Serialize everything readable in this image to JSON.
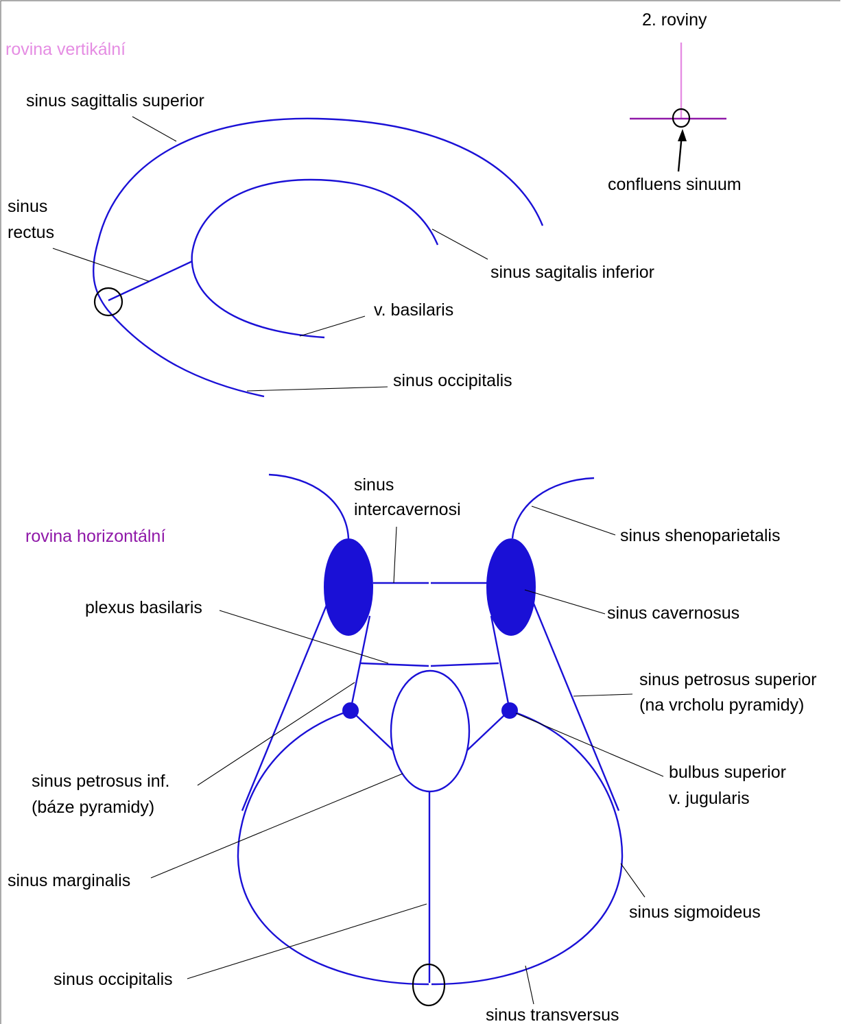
{
  "colors": {
    "vein": "#1a10d6",
    "plane_vertical": "#e58de3",
    "plane_horizontal": "#8f18a8",
    "leader": "#000000"
  },
  "planes": {
    "title": "2. roviny",
    "vertical": "rovina vertikální",
    "horizontal": "rovina horizontální",
    "confluens": "confluens sinuum"
  },
  "sagittal": {
    "sagittalis_superior": "sinus sagittalis superior",
    "rectus_line1": "sinus",
    "rectus_line2": "rectus",
    "sagitalis_inferior": "sinus sagitalis inferior",
    "basilaris": "v. basilaris",
    "occipitalis": "sinus occipitalis"
  },
  "horizontal": {
    "intercavernosi_line1": "sinus",
    "intercavernosi_line2": "intercavernosi",
    "sphenoparietalis": "sinus shenoparietalis",
    "plexus_basilaris": "plexus basilaris",
    "cavernosus": "sinus cavernosus",
    "petrosus_superior_line1": "sinus petrosus superior",
    "petrosus_superior_line2": "(na vrcholu pyramidy)",
    "petrosus_inferior_line1": "sinus petrosus inf.",
    "petrosus_inferior_line2": "(báze pyramidy)",
    "bulbus_line1": "bulbus superior",
    "bulbus_line2": "v. jugularis",
    "marginalis": "sinus marginalis",
    "sigmoideus": "sinus sigmoideus",
    "occipitalis": "sinus occipitalis",
    "transversus": "sinus transversus"
  }
}
